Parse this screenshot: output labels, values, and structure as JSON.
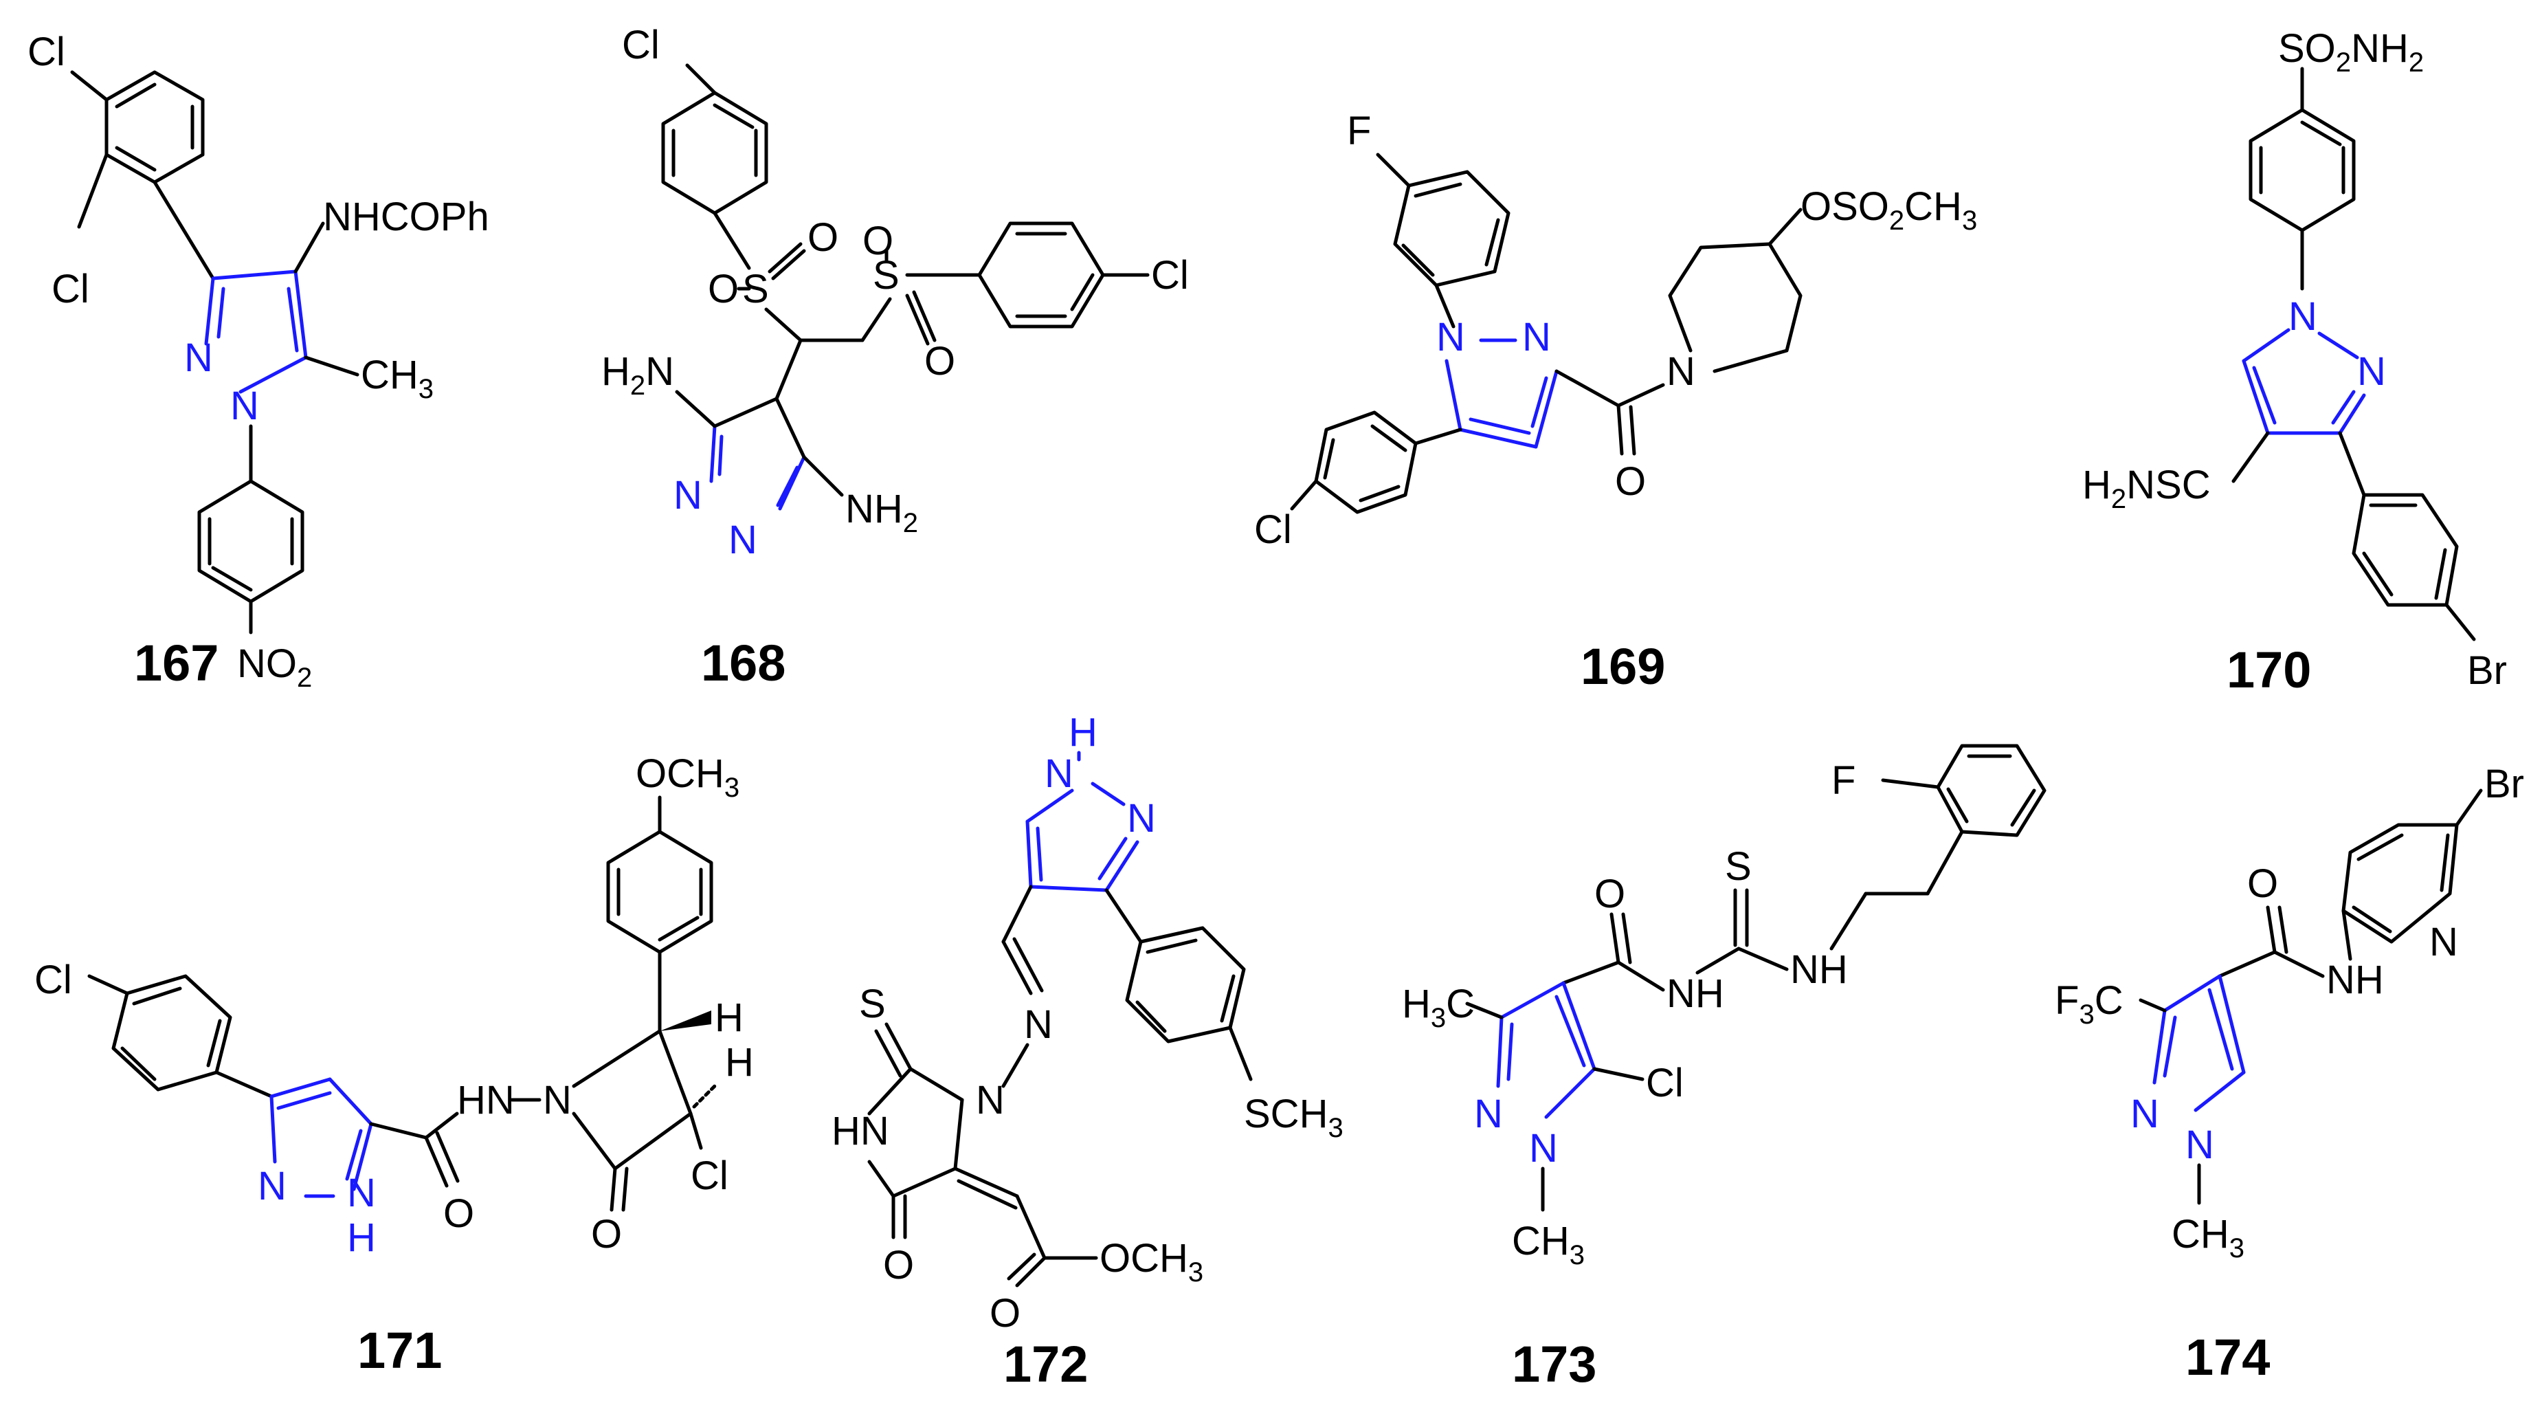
{
  "accent_colors": {
    "pyrazole_ring": "#1a1aff",
    "bonds": "#000000"
  },
  "compounds": [
    {
      "number": "167",
      "labels": {
        "cl_top": "Cl",
        "cl_ortho": "Cl",
        "amide": "NHCOPh",
        "n2": "N",
        "n1": "N",
        "methyl": "CH",
        "methyl_sub": "3",
        "nitro": "NO",
        "nitro_sub": "2"
      }
    },
    {
      "number": "168",
      "labels": {
        "cl_top": "Cl",
        "o1": "O",
        "o2": "O",
        "s1": "S",
        "o3": "O",
        "o4": "O",
        "s2": "S",
        "cl_right": "Cl",
        "h2n": "H",
        "h2n_sub": "2",
        "h2n_n": "N",
        "n_a": "N",
        "n_b": "N",
        "nh2": "NH",
        "nh2_sub": "2"
      }
    },
    {
      "number": "169",
      "labels": {
        "f": "F",
        "n1": "N",
        "n2": "N",
        "cl": "Cl",
        "o": "O",
        "n_pip": "N",
        "oso2ch3_a": "OSO",
        "oso2ch3_sub1": "2",
        "oso2ch3_b": "CH",
        "oso2ch3_sub2": "3"
      }
    },
    {
      "number": "170",
      "labels": {
        "so2nh2_a": "SO",
        "so2nh2_sub1": "2",
        "so2nh2_b": "NH",
        "so2nh2_sub2": "2",
        "n1": "N",
        "n2": "N",
        "h2nsc_a": "H",
        "h2nsc_sub": "2",
        "h2nsc_b": "NSC",
        "br": "Br"
      }
    },
    {
      "number": "171",
      "labels": {
        "och3_a": "OCH",
        "och3_sub": "3",
        "cl_left": "Cl",
        "hn": "HN",
        "n_lactam": "N",
        "h1": "H",
        "h2": "H",
        "n_pz": "N",
        "nh_pz_n": "N",
        "nh_pz_h": "H",
        "o_amide": "O",
        "o_lactam": "O",
        "cl_right": "Cl"
      }
    },
    {
      "number": "172",
      "labels": {
        "h": "H",
        "n1": "N",
        "n2": "N",
        "n_imine": "N",
        "n_azo": "N",
        "n_ring": "N",
        "s": "S",
        "hn": "HN",
        "o": "O",
        "sch3_a": "SCH",
        "sch3_sub": "3",
        "o_ester": "O",
        "och3_a": "OCH",
        "och3_sub": "3"
      }
    },
    {
      "number": "173",
      "labels": {
        "f": "F",
        "s": "S",
        "o": "O",
        "nh1": "NH",
        "nh2": "NH",
        "h3c_a": "H",
        "h3c_sub": "3",
        "h3c_b": "C",
        "n2": "N",
        "n1": "N",
        "cl": "Cl",
        "ch3_a": "CH",
        "ch3_sub": "3"
      }
    },
    {
      "number": "174",
      "labels": {
        "br": "Br",
        "o": "O",
        "n_py": "N",
        "nh": "NH",
        "f3c_a": "F",
        "f3c_sub": "3",
        "f3c_b": "C",
        "n2": "N",
        "n1": "N",
        "ch3_a": "CH",
        "ch3_sub": "3"
      }
    }
  ]
}
